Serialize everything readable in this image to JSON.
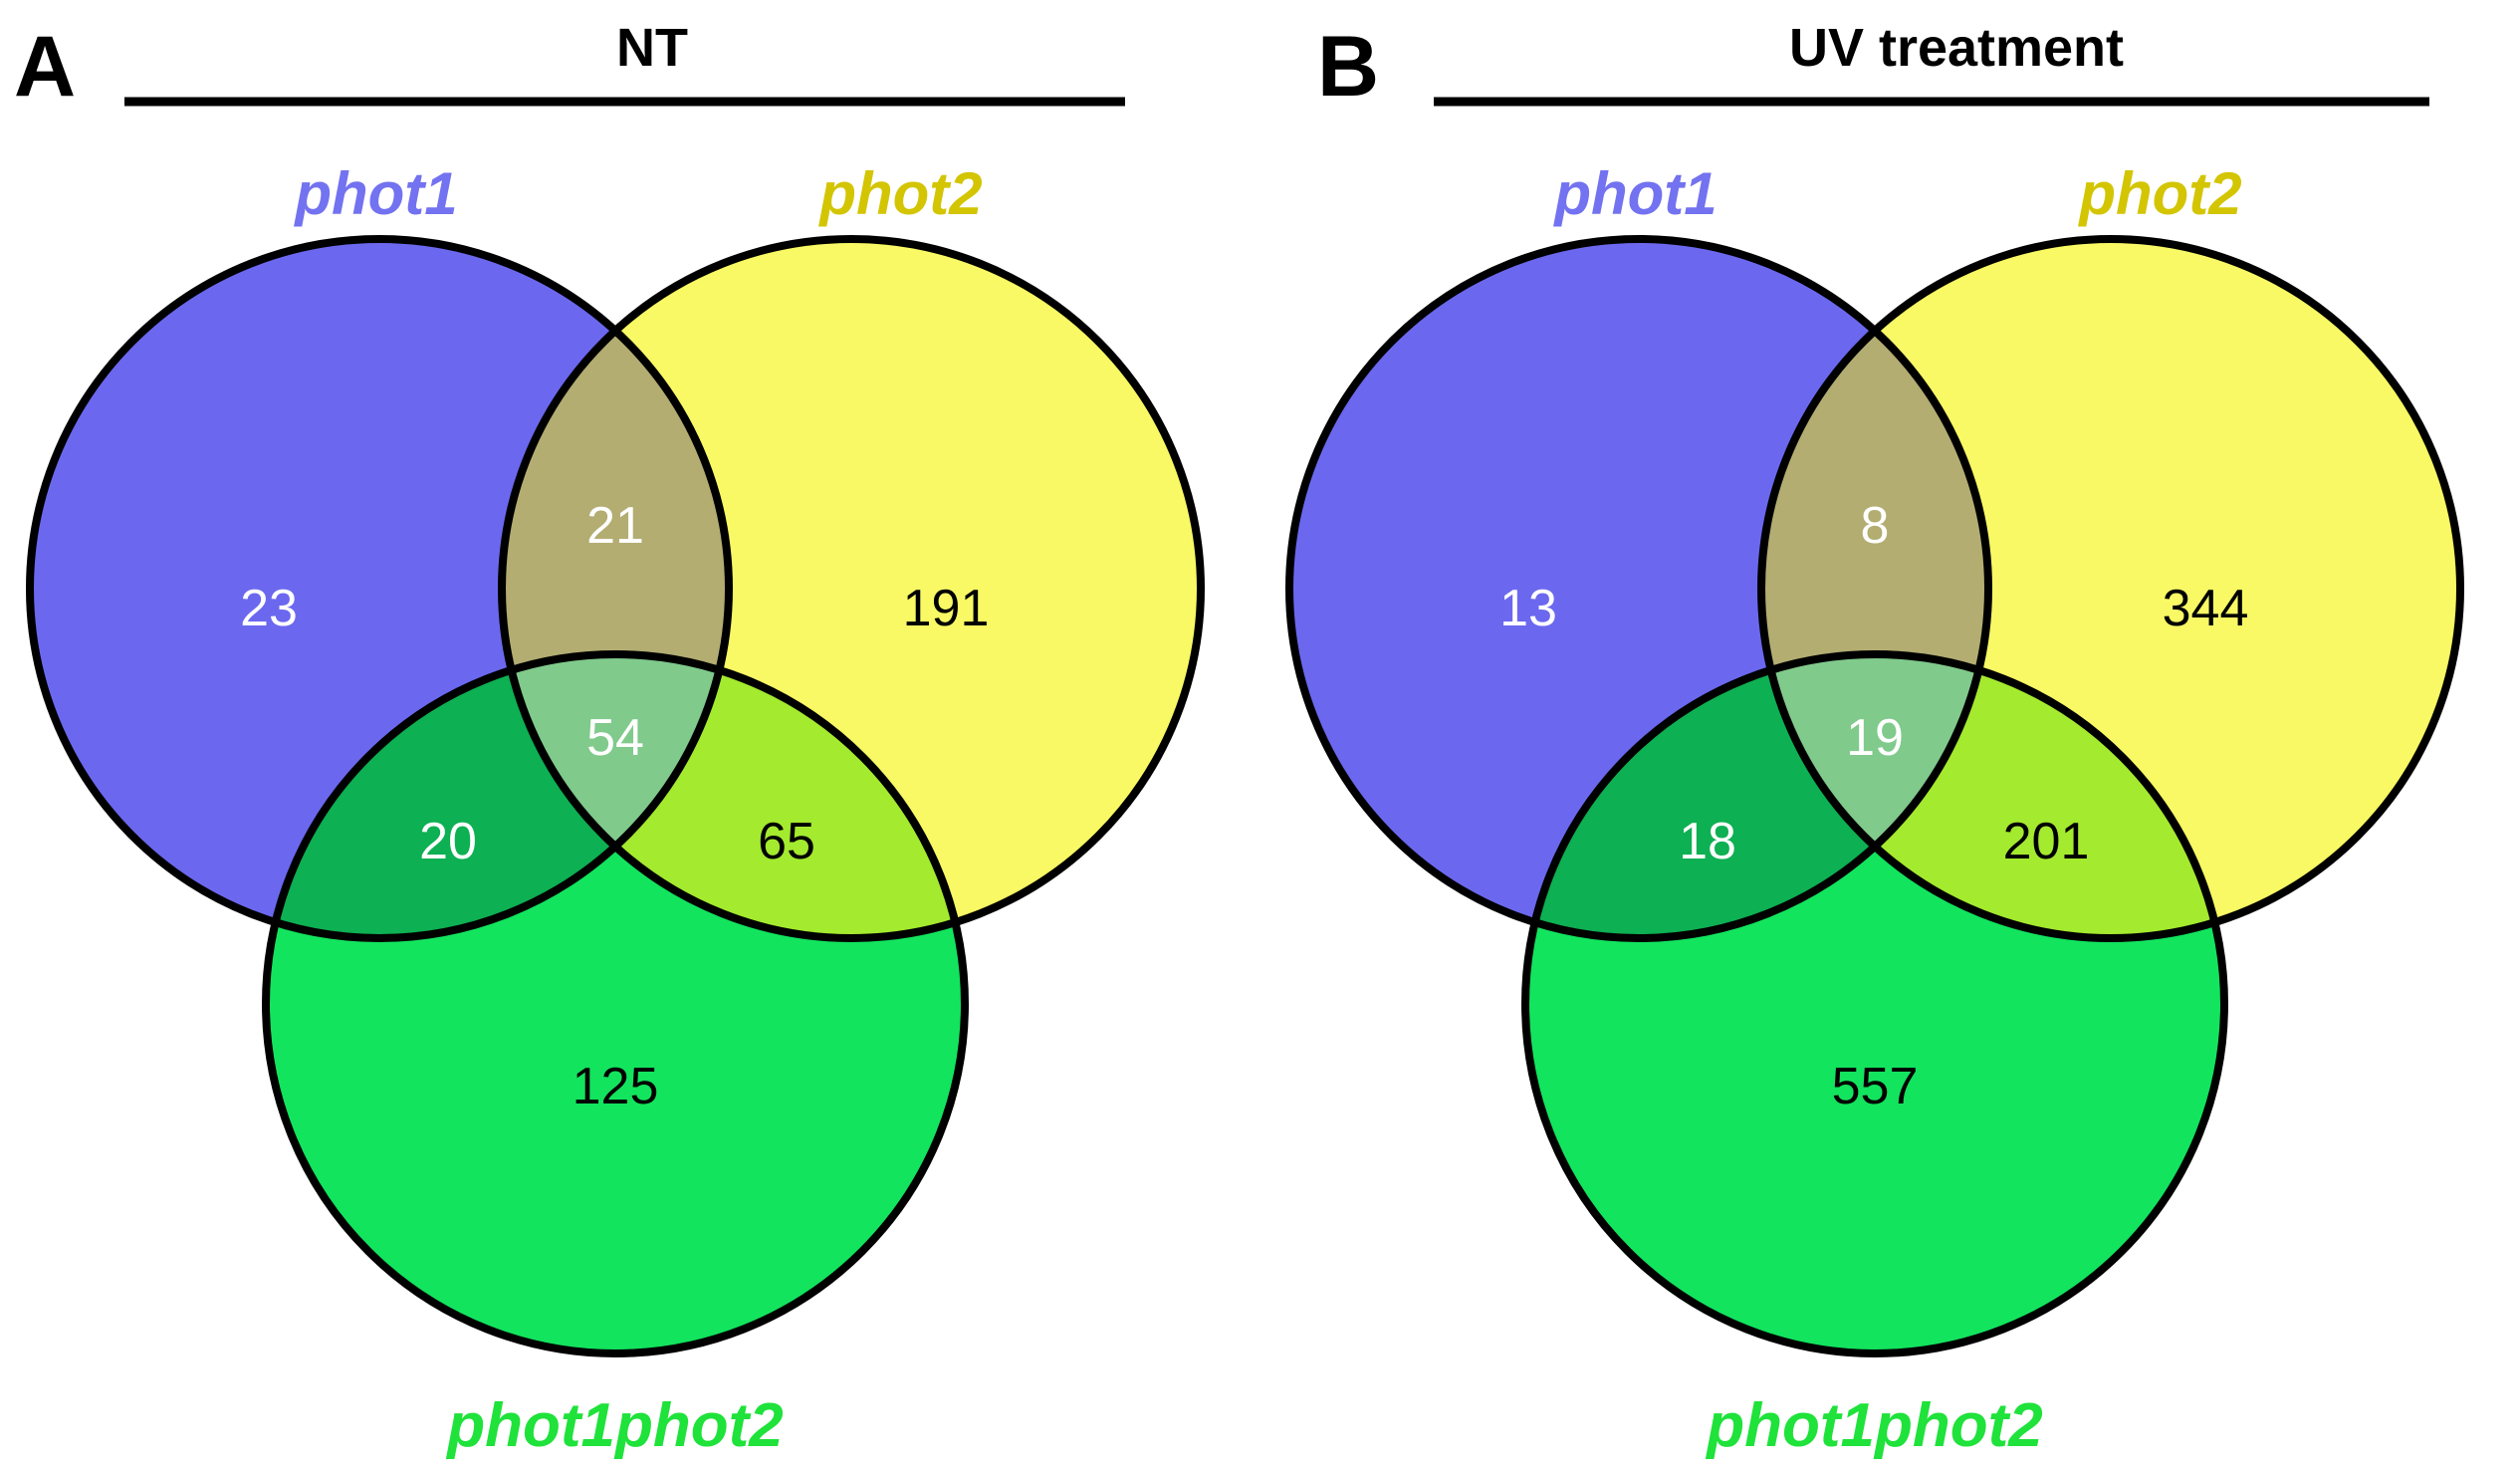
{
  "figure": {
    "panels": [
      {
        "id": "A",
        "title": "NT",
        "sets": {
          "set1": {
            "label": "phot1",
            "label_color": "#7372f0",
            "fill": "#6b68ef"
          },
          "set2": {
            "label": "phot2",
            "label_color": "#d3c502",
            "fill": "#f8f964"
          },
          "set3": {
            "label": "phot1phot2",
            "label_color": "#1fe23a",
            "fill": "#12e45e"
          }
        },
        "overlap_fills": {
          "set1_set2": "#b3ad72",
          "set1_set3": "#0db052",
          "set2_set3": "#a4ea2e",
          "center": "#80ca8c"
        },
        "values": {
          "set1_only": "23",
          "set2_only": "191",
          "set3_only": "125",
          "set1_set2": "21",
          "set1_set3": "20",
          "set2_set3": "65",
          "all_three": "54"
        }
      },
      {
        "id": "B",
        "title": "UV treatment",
        "sets": {
          "set1": {
            "label": "phot1",
            "label_color": "#7372f0",
            "fill": "#6b68ef"
          },
          "set2": {
            "label": "phot2",
            "label_color": "#d3c502",
            "fill": "#f8f964"
          },
          "set3": {
            "label": "phot1phot2",
            "label_color": "#1fe23a",
            "fill": "#12e45e"
          }
        },
        "overlap_fills": {
          "set1_set2": "#b3ad72",
          "set1_set3": "#0db052",
          "set2_set3": "#a4ea2e",
          "center": "#80ca8c"
        },
        "values": {
          "set1_only": "13",
          "set2_only": "344",
          "set3_only": "557",
          "set1_set2": "8",
          "set1_set3": "18",
          "set2_set3": "201",
          "all_three": "19"
        }
      }
    ]
  }
}
